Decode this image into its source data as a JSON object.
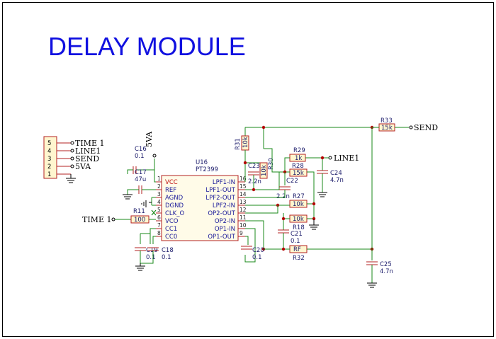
{
  "title": "DELAY MODULE",
  "colors": {
    "wire": "#1a8a1a",
    "part": "#b32020",
    "junction": "#b40000",
    "title": "#1010e0",
    "frame": "#000000"
  },
  "connector": {
    "pins": [
      {
        "num": "5",
        "net": "TIME 1"
      },
      {
        "num": "4",
        "net": "LINE1"
      },
      {
        "num": "3",
        "net": "SEND"
      },
      {
        "num": "2",
        "net": "5VA"
      },
      {
        "num": "1",
        "net": ""
      }
    ]
  },
  "ic": {
    "ref": "U16",
    "value": "PT2399",
    "left_pins": [
      {
        "num": "1",
        "name": "VCC"
      },
      {
        "num": "2",
        "name": "REF"
      },
      {
        "num": "3",
        "name": "AGND"
      },
      {
        "num": "4",
        "name": "DGND"
      },
      {
        "num": "5",
        "name": "CLK_O"
      },
      {
        "num": "6",
        "name": "VCO"
      },
      {
        "num": "7",
        "name": "CC1"
      },
      {
        "num": "8",
        "name": "CC0"
      }
    ],
    "right_pins": [
      {
        "num": "16",
        "name": "LPF1-IN"
      },
      {
        "num": "15",
        "name": "LPF1-OUT"
      },
      {
        "num": "14",
        "name": "LPF2-OUT"
      },
      {
        "num": "13",
        "name": "LPF2-IN"
      },
      {
        "num": "12",
        "name": "OP2-OUT"
      },
      {
        "num": "11",
        "name": "OP2-IN"
      },
      {
        "num": "10",
        "name": "OP1-IN"
      },
      {
        "num": "9",
        "name": "OP1-OUT"
      }
    ]
  },
  "nets": {
    "time1": "TIME 1",
    "line1": "LINE1",
    "send": "SEND",
    "vcc": "5VA"
  },
  "parts": {
    "c16": {
      "ref": "C16",
      "value": "0.1"
    },
    "c17": {
      "ref": "C17",
      "value": "47u"
    },
    "r11": {
      "ref": "R11",
      "value": "100"
    },
    "c19": {
      "ref": "C19",
      "value": "0.1"
    },
    "c18": {
      "ref": "C18",
      "value": "0.1"
    },
    "r31": {
      "ref": "R31",
      "value": "10k"
    },
    "c23": {
      "ref": "C23",
      "value": "2.2n"
    },
    "r30": {
      "ref": "R30",
      "value": "10k"
    },
    "c22": {
      "ref": "C22",
      "value": "2.2n"
    },
    "r29": {
      "ref": "R29",
      "value": "1k"
    },
    "r28": {
      "ref": "R28",
      "value": "15k"
    },
    "c24": {
      "ref": "C24",
      "value": "4.7n"
    },
    "r27": {
      "ref": "R27",
      "value": "10k"
    },
    "r18": {
      "ref": "R18",
      "value": "10k"
    },
    "c21": {
      "ref": "C21",
      "value": "0.1"
    },
    "c20": {
      "ref": "C20",
      "value": "0.1"
    },
    "r32": {
      "ref": "R32",
      "value": "RF"
    },
    "r33": {
      "ref": "R33",
      "value": "15k"
    },
    "c25": {
      "ref": "C25",
      "value": "4.7n"
    }
  }
}
